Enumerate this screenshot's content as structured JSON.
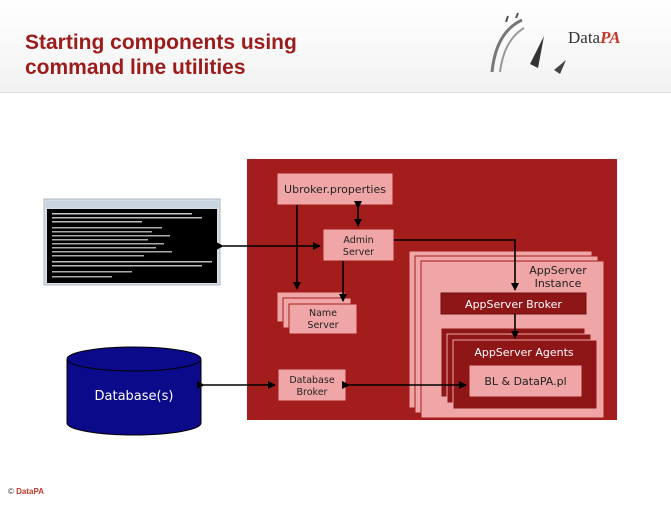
{
  "slide": {
    "title_line1": "Starting components using",
    "title_line2": "command line utilities",
    "logo_text": "Data",
    "logo_accent": "PA",
    "footer_copyright": "©",
    "footer_brand": "DataPA"
  },
  "diagram": {
    "ubroker": "Ubroker.properties",
    "admin_line1": "Admin",
    "admin_line2": "Server",
    "name_line1": "Name",
    "name_line2": "Server",
    "appserver_line1": "AppServer",
    "appserver_line2": "Instance",
    "broker": "AppServer Broker",
    "agents": "AppServer Agents",
    "bl": "BL & DataPA.pl",
    "database": "Database(s)",
    "dbbroker_line1": "Database",
    "dbbroker_line2": "Broker"
  },
  "colors": {
    "title": "#9c1c1c",
    "container": "#a31d1d",
    "box_light": "#f0a6a6",
    "box_dark": "#8e1616",
    "database": "#0a0a8a"
  }
}
